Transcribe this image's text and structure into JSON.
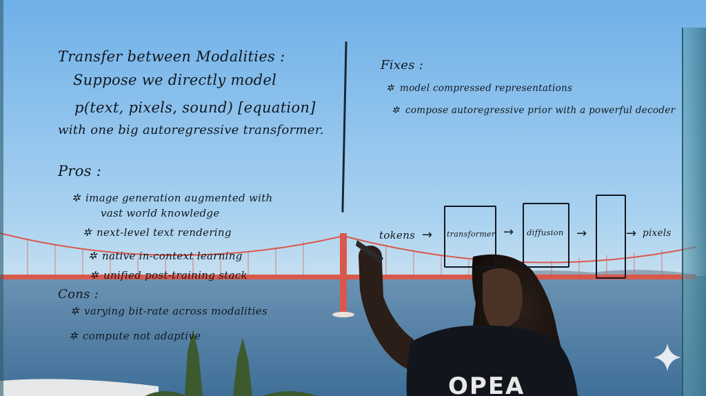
{
  "left_board": {
    "title": "Transfer between Modalities :",
    "intro": [
      "Suppose we directly model",
      "p(text, pixels, sound) [equation]",
      "with one big autoregressive transformer."
    ],
    "pros_heading": "Pros :",
    "pros": [
      "image generation augmented with",
      "vast world knowledge",
      "next-level text rendering",
      "native in-context learning",
      "unified post-training stack"
    ],
    "cons_heading": "Cons :",
    "cons": [
      "varying bit-rate across modalities",
      "compute not adaptive"
    ]
  },
  "right_board": {
    "fixes_heading": "Fixes :",
    "fixes": [
      "model compressed representations",
      "compose autoregressive prior with a powerful decoder"
    ],
    "pipeline": {
      "input": "tokens",
      "stage1": "transformer",
      "stage2": "diffusion",
      "output": "pixels"
    }
  },
  "bullet_glyph": "✲",
  "arrow_glyph": "→",
  "shirt_text": "OPEA",
  "colors": {
    "ink": "#111820",
    "sky": "#8fc3ec",
    "bridge": "#d9584b",
    "water": "#4f7fa5"
  },
  "icons": [
    "sparkle-icon"
  ]
}
